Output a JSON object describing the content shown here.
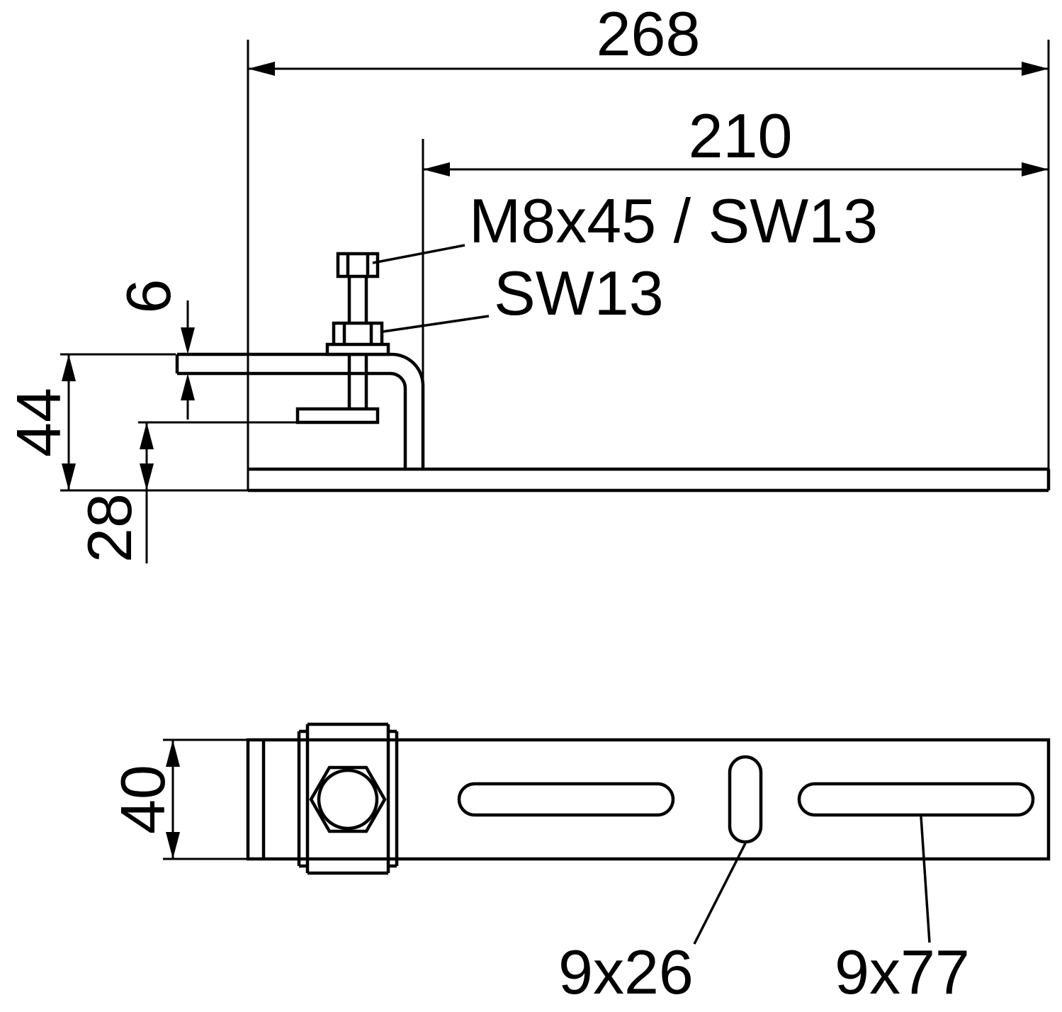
{
  "dimensions": {
    "overall_length": "268",
    "rail_length": "210",
    "plate_thickness": "6",
    "overall_height": "44",
    "clamp_opening": "28",
    "rail_width": "40"
  },
  "labels": {
    "screw": "M8x45 / SW13",
    "nut": "SW13",
    "slot_small": "9x26",
    "slot_long": "9x77"
  },
  "colors": {
    "line": "#000000",
    "background": "#ffffff"
  }
}
